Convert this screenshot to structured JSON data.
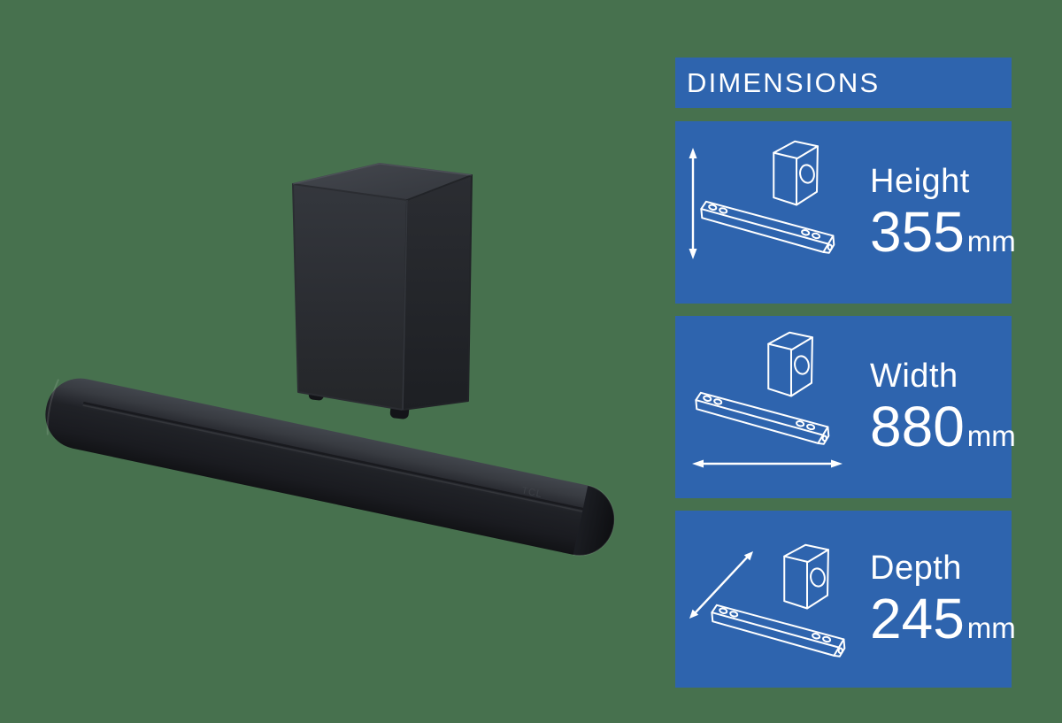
{
  "colors": {
    "background_green": "#47714e",
    "panel_blue": "#2e64ae",
    "text_white": "#ffffff"
  },
  "header": {
    "title": "DIMENSIONS"
  },
  "panels": [
    {
      "id": "height",
      "label": "Height",
      "value": "355",
      "unit": "mm",
      "icon": "soundbar-subwoofer-icon",
      "arrow": "vertical-double-arrow"
    },
    {
      "id": "width",
      "label": "Width",
      "value": "880",
      "unit": "mm",
      "icon": "soundbar-subwoofer-icon",
      "arrow": "horizontal-double-arrow"
    },
    {
      "id": "depth",
      "label": "Depth",
      "value": "245",
      "unit": "mm",
      "icon": "soundbar-subwoofer-icon",
      "arrow": "diagonal-double-arrow"
    }
  ],
  "product": {
    "logo": "TCL"
  }
}
